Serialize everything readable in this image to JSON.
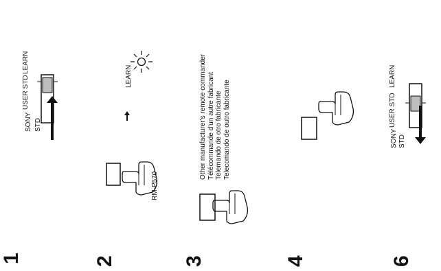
{
  "steps": {
    "s1": {
      "number": "1",
      "switch_labels": {
        "sony_std_line1": "SONY",
        "sony_std_line2": "STD",
        "user_std": "USER STD",
        "learn": "LEARN"
      }
    },
    "s2": {
      "number": "2",
      "remote_model": "RM-P570",
      "indicator_label": "LEARN"
    },
    "s3": {
      "number": "3",
      "other_remote_text": [
        "Other manufacturer's remote commander",
        "Télécommande d'un autre fabricant",
        "Telemando de otro fabricante",
        "Telecomando de outro fabricante"
      ]
    },
    "s4": {
      "number": "4"
    },
    "s6": {
      "number": "6",
      "switch_labels": {
        "sony_std_line1": "SONY",
        "sony_std_line2": "STD",
        "user_std": "USER STD",
        "learn": "LEARN"
      }
    }
  },
  "icons": [
    "switch-icon",
    "arrow-icon",
    "hand-press-icon",
    "button-icon",
    "indicator-lamp-icon"
  ],
  "colors": {
    "ink": "#111111",
    "background": "#ffffff"
  }
}
